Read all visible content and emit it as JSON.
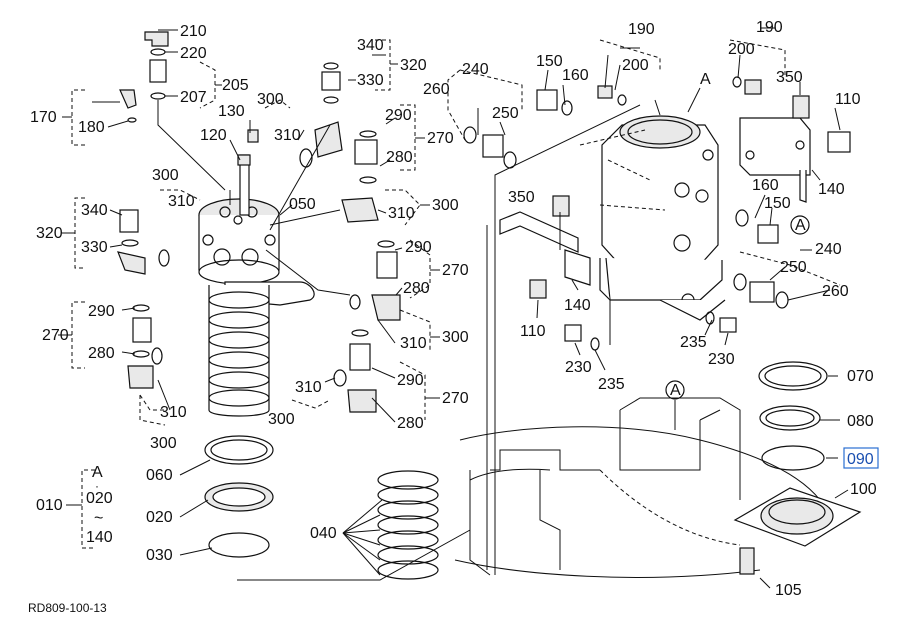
{
  "diagram": {
    "ref_code": "RD809-100-13",
    "highlighted_part": "090",
    "labels": {
      "p210": "210",
      "p220": "220",
      "p205": "205",
      "p207": "207",
      "p170": "170",
      "p180": "180",
      "p130": "130",
      "p120": "120",
      "p300a": "300",
      "p310a": "310",
      "p340a": "340",
      "p330a": "330",
      "p320a": "320",
      "p290a": "290",
      "p270a": "270",
      "p280a": "280",
      "p300b": "300",
      "p310b": "310",
      "p050": "050",
      "p340b": "340",
      "p330b": "330",
      "p320b": "320",
      "p290b": "290",
      "p270b": "270",
      "p280b": "280",
      "p310c": "310",
      "p300c": "300",
      "p290c": "290",
      "p270c": "270",
      "p280c": "280",
      "p310d": "310",
      "p300d": "300",
      "p290d": "290",
      "p270d": "270",
      "p280d": "280",
      "p310e": "310",
      "p300e": "300",
      "p310f": "310",
      "p300f": "300",
      "p060": "060",
      "p020a": "020",
      "p030": "030",
      "p040": "040",
      "p010": "010",
      "p020b": "020",
      "p140a": "140",
      "pA1": "A",
      "p260a": "260",
      "p240a": "240",
      "p250a": "250",
      "p150a": "150",
      "p160a": "160",
      "p190a": "190",
      "p200a": "200",
      "pA2": "A",
      "p190b": "190",
      "p200b": "200",
      "p350a": "350",
      "p110a": "110",
      "p140b": "140",
      "p160b": "160",
      "p150b": "150",
      "pA3": "A",
      "p240b": "240",
      "p250b": "250",
      "p260b": "260",
      "p350b": "350",
      "p140c": "140",
      "p110b": "110",
      "p235a": "235",
      "p230a": "230",
      "p230b": "230",
      "p235b": "235",
      "pA4": "A",
      "p070": "070",
      "p080": "080",
      "p090": "090",
      "p100": "100",
      "p105": "105"
    }
  }
}
